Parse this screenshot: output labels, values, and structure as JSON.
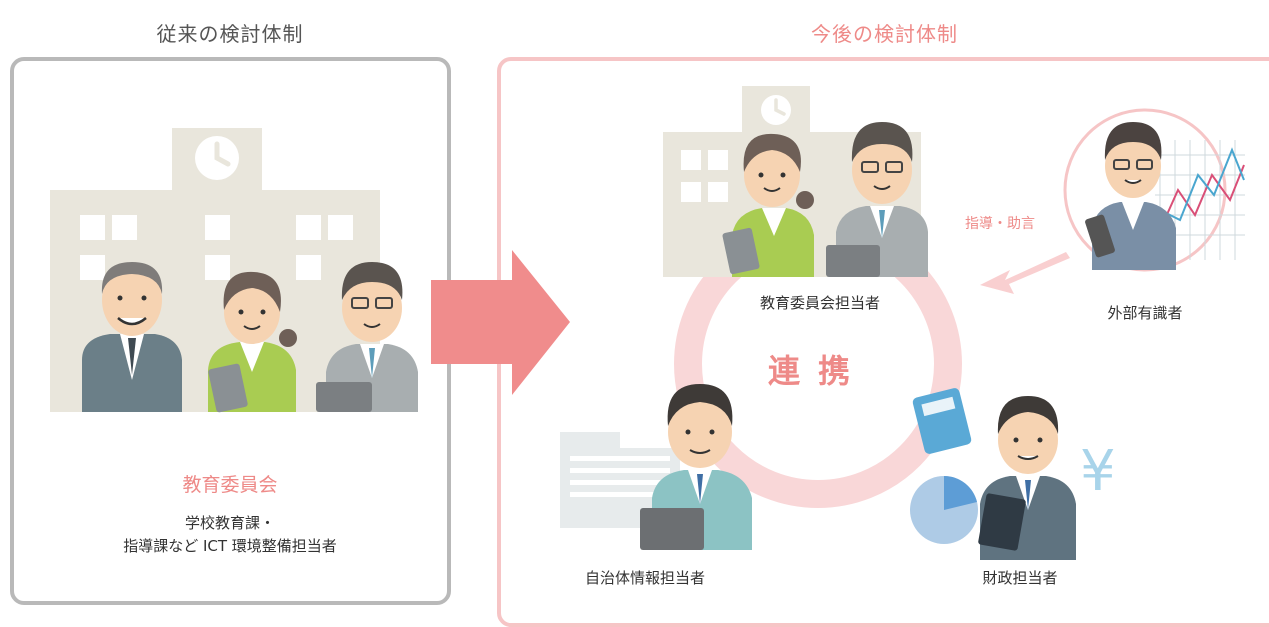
{
  "headings": {
    "current": "従来の検討体制",
    "future": "今後の検討体制"
  },
  "left_panel": {
    "title": "教育委員会",
    "description_line1": "学校教育課・",
    "description_line2": "指導課など ICT 環境整備担当者"
  },
  "right_panel": {
    "center_label": "連携",
    "board_staff": "教育委員会担当者",
    "external_expert": "外部有識者",
    "advice": "指導・助言",
    "municipal_info_staff": "自治体情報担当者",
    "finance_staff": "財政担当者"
  },
  "colors": {
    "accent_pink": "#ee8a88",
    "arrow_pink": "#f08c8c",
    "ring_pink": "#f9d7d8",
    "building": "#e9e6dc",
    "border_gray": "#b9b9b9"
  }
}
